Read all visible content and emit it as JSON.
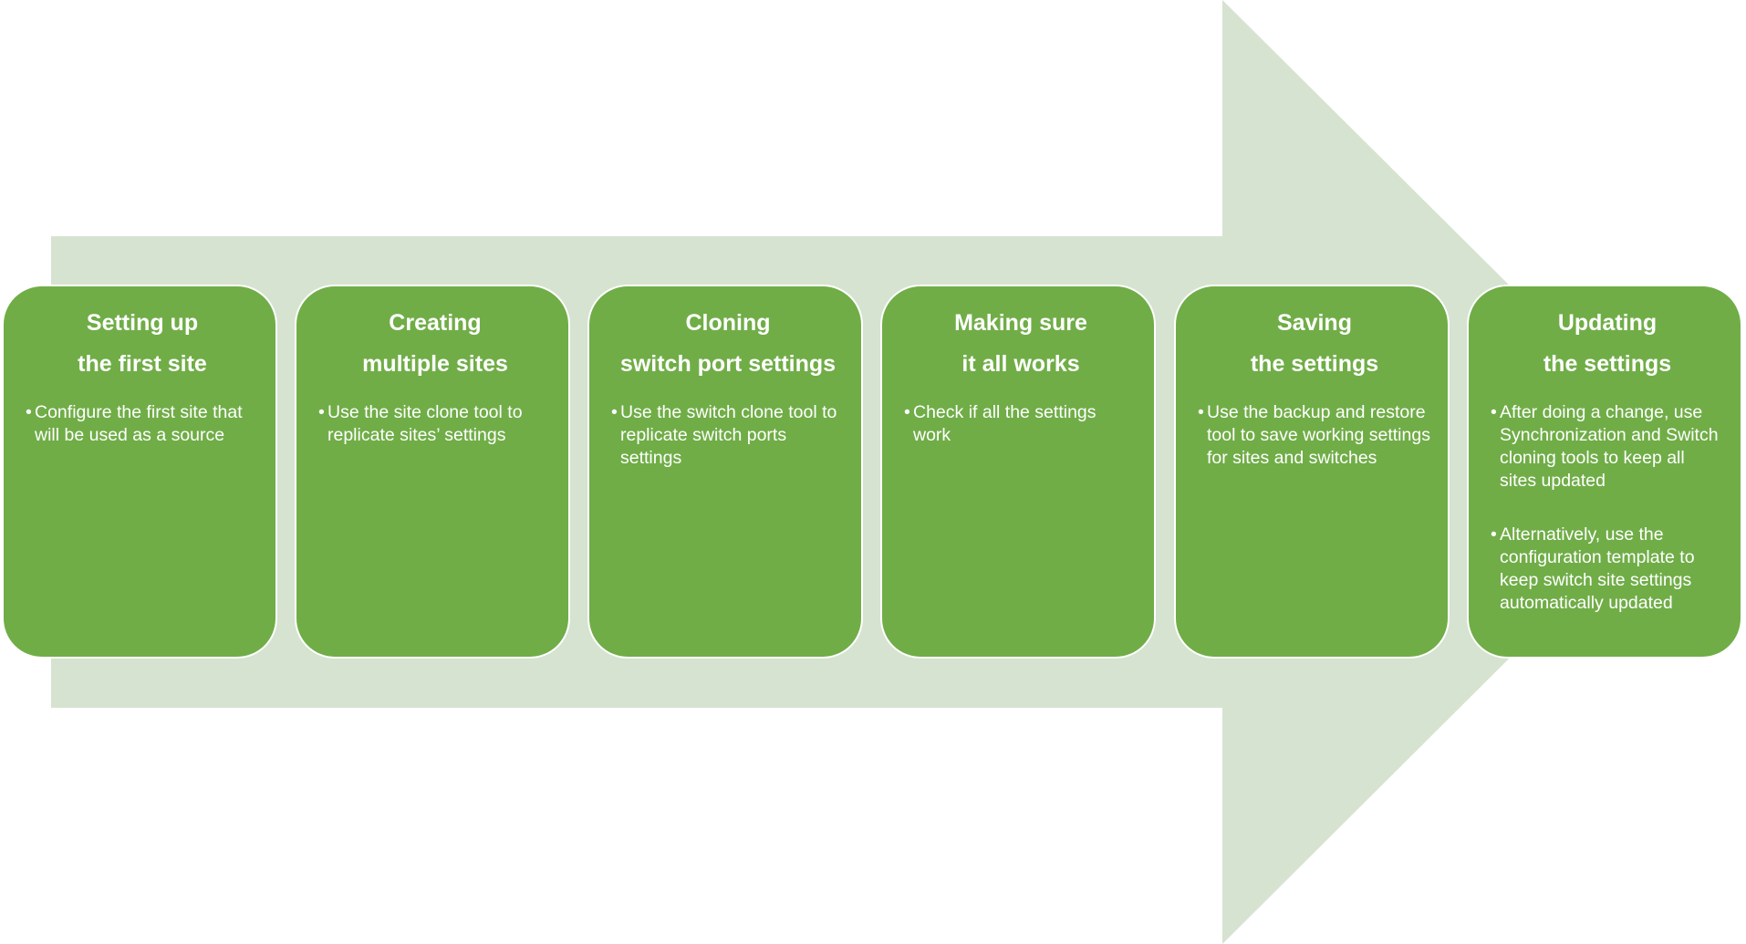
{
  "colors": {
    "arrow": "#d5e3d0",
    "box": "#70ad47",
    "box_border": "#ffffff",
    "text": "#ffffff"
  },
  "steps": [
    {
      "title": [
        "Setting up",
        "the first site"
      ],
      "bullets": [
        "Configure the first site that will be used as a source"
      ]
    },
    {
      "title": [
        "Creating",
        "multiple sites"
      ],
      "bullets": [
        "Use the site clone tool to replicate sites’ settings"
      ]
    },
    {
      "title": [
        "Cloning",
        "switch port settings"
      ],
      "bullets": [
        "Use the switch clone tool to replicate switch ports settings"
      ]
    },
    {
      "title": [
        "Making sure",
        "it all works"
      ],
      "bullets": [
        "Check if all the settings work"
      ]
    },
    {
      "title": [
        "Saving",
        "the settings"
      ],
      "bullets": [
        "Use the backup and restore tool to save working settings for sites and switches"
      ]
    },
    {
      "title": [
        "Updating",
        "the settings"
      ],
      "bullets": [
        "After doing a change,  use Synchronization and Switch cloning tools to keep all sites updated",
        "Alternatively, use the configuration template to keep switch site settings automatically updated"
      ]
    }
  ]
}
